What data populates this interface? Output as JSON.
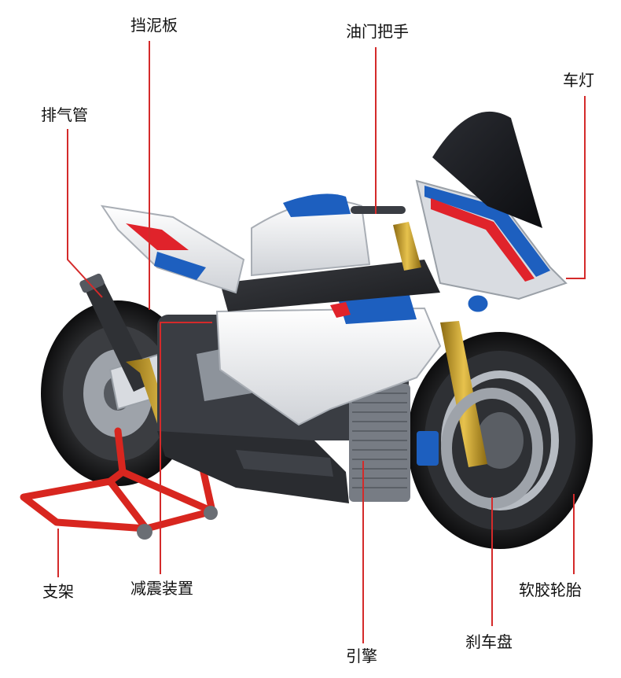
{
  "labels": {
    "mudguard": "挡泥板",
    "throttle": "油门把手",
    "exhaust": "排气管",
    "headlight": "车灯",
    "stand": "支架",
    "shock": "减震装置",
    "engine": "引擎",
    "disc": "刹车盘",
    "tire": "软胶轮胎"
  },
  "colors": {
    "leader_line": "#d42a2a",
    "stand_red": "#d8261f",
    "fairing_white": "#f2f3f5",
    "carbon": "#2a2c30",
    "bmw_blue": "#1d5fbf",
    "bmw_red": "#e0232b",
    "gold": "#c9a22a",
    "tire": "#161718"
  }
}
